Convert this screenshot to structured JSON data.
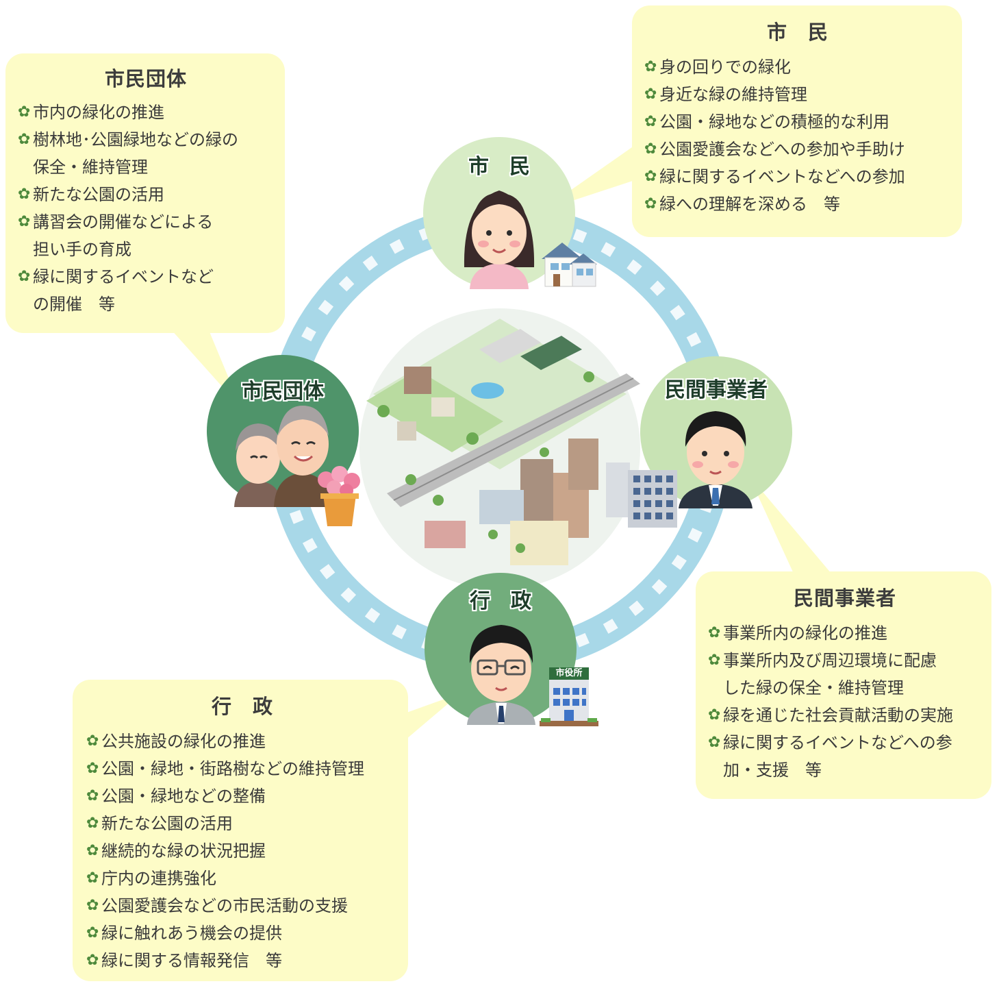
{
  "colors": {
    "ring": "#a8d8e8",
    "box_bg": "#fdfcc7",
    "bullet": "#4e8a3c",
    "citizen_circle": "#d8ecc6",
    "business_circle": "#c8e3b4",
    "group_circle": "#4f946a",
    "gov_circle": "#72ad7c"
  },
  "bullet_icon": "flower-icon",
  "boxes": {
    "group": {
      "title": "市民団体",
      "items": [
        "市内の緑化の推進",
        "樹林地･公園緑地などの緑の\n保全・維持管理",
        "新たな公園の活用",
        "講習会の開催などによる\n担い手の育成",
        "緑に関するイベントなど\nの開催　等"
      ]
    },
    "citizen": {
      "title": "市　民",
      "items": [
        "身の回りでの緑化",
        "身近な緑の維持管理",
        "公園・緑地などの積極的な利用",
        "公園愛護会などへの参加や手助け",
        "緑に関するイベントなどへの参加",
        "緑への理解を深める　等"
      ]
    },
    "business": {
      "title": "民間事業者",
      "items": [
        "事業所内の緑化の推進",
        "事業所内及び周辺環境に配慮\nした緑の保全・維持管理",
        "緑を通じた社会貢献活動の実施",
        "緑に関するイベントなどへの参\n加・支援　等"
      ]
    },
    "government": {
      "title": "行　政",
      "items": [
        "公共施設の緑化の推進",
        "公園・緑地・街路樹などの維持管理",
        "公園・緑地などの整備",
        "新たな公園の活用",
        "継続的な緑の状況把握",
        "庁内の連携強化",
        "公園愛護会などの市民活動の支援",
        "緑に触れあう機会の提供",
        "緑に関する情報発信　等"
      ]
    }
  },
  "circles": {
    "citizen": "市　民",
    "group": "市民団体",
    "business": "民間事業者",
    "government": "行　政"
  },
  "city_hall_sign": "市役所"
}
